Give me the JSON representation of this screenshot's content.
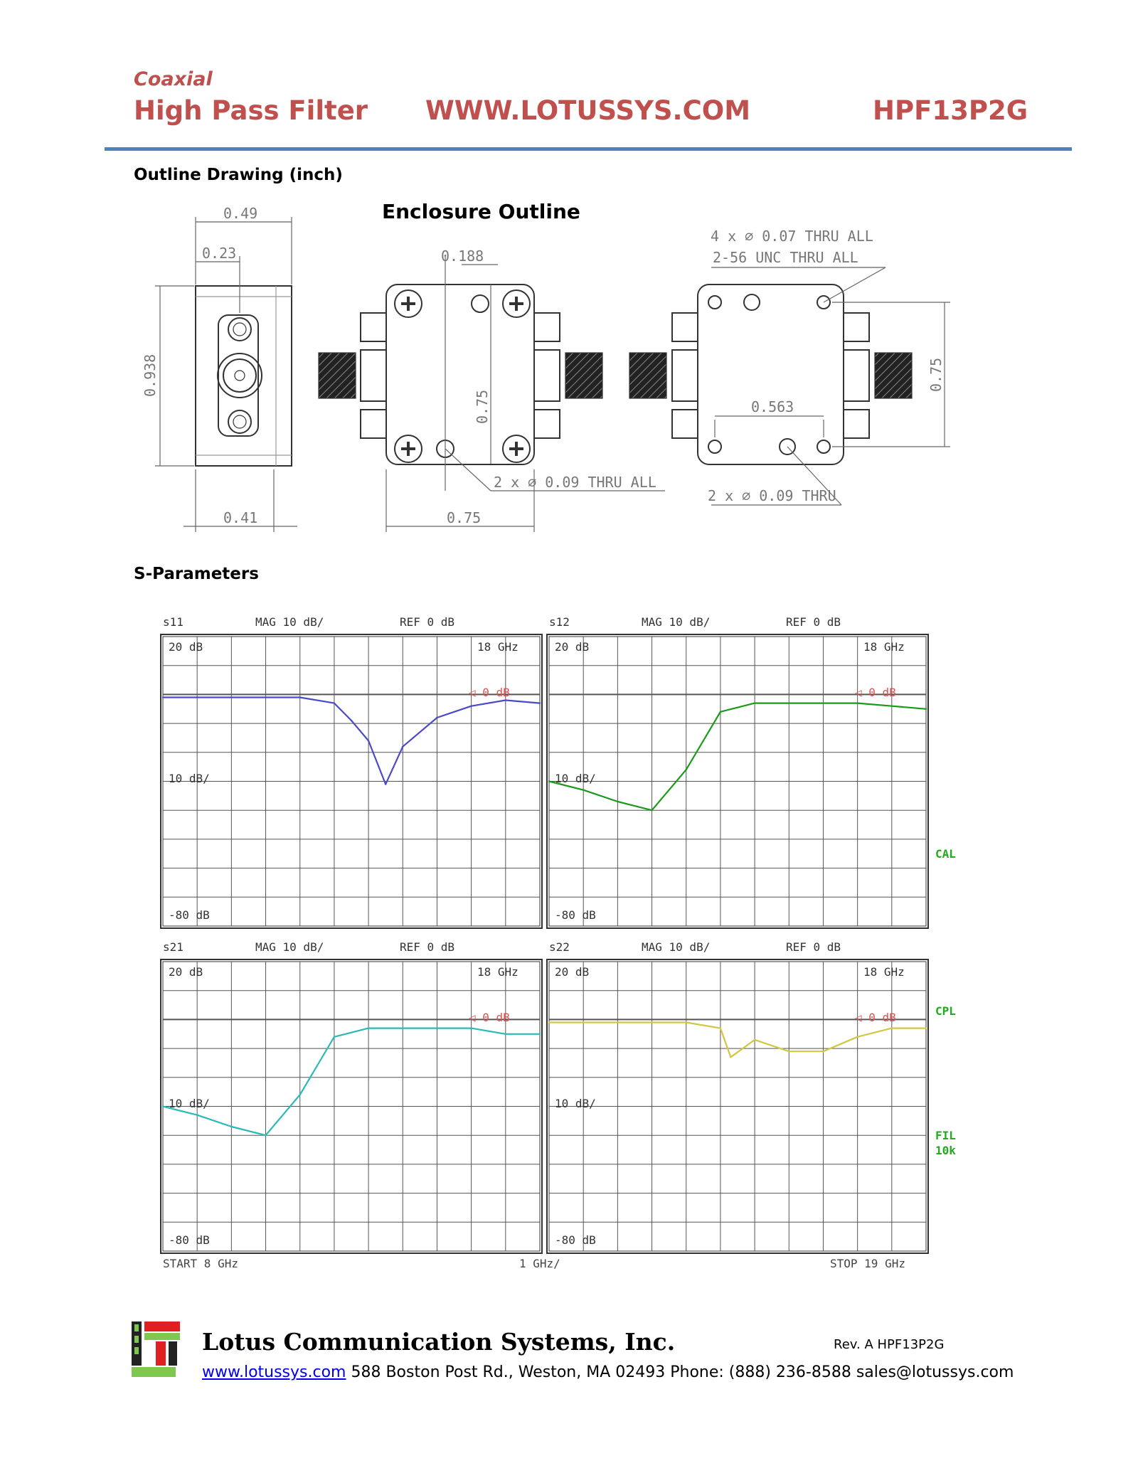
{
  "header": {
    "subtitle": "Coaxial",
    "title": "High Pass Filter",
    "website": "WWW.LOTUSSYS.COM",
    "part_number": "HPF13P2G"
  },
  "outline": {
    "section_title": "Outline Drawing (inch)",
    "enclosure_title": "Enclosure Outline",
    "side_view": {
      "dim_width_top": "0.49",
      "dim_connector_offset": "0.23",
      "dim_height": "0.938",
      "dim_width_bottom": "0.41"
    },
    "top_view": {
      "dim_hole_offset": "0.188",
      "dim_height": "0.75",
      "dim_width": "0.75",
      "hole_note": "2 x ∅ 0.09 THRU ALL"
    },
    "bottom_view": {
      "thread_note_1": "4 x ∅ 0.07 THRU ALL",
      "thread_note_2": "2-56 UNC  THRU ALL",
      "dim_hole_spacing": "0.563",
      "dim_height": "0.75",
      "hole_note": "2 x ∅ 0.09 THRU"
    }
  },
  "sparams": {
    "section_title": "S-Parameters",
    "sweep": {
      "start": "START  8 GHz",
      "step": "1 GHz/",
      "stop": "STOP 19 GHz"
    },
    "side_labels": {
      "cal": "CAL",
      "cpl": "CPL",
      "fil": "FIL",
      "fil2": "10k"
    },
    "colors": {
      "s11": "#4a4ac8",
      "s12": "#1a9a1a",
      "s21": "#2ab8b8",
      "s22": "#d0c840",
      "ref": "#e05050",
      "side": "#22aa22"
    },
    "plots": [
      {
        "name": "S11",
        "mag": "MAG 10 dB/",
        "ref": "REF 0 dB",
        "top_label": "20 dB",
        "freq_label": "18 GHz",
        "ref_marker": "0 dB",
        "mid_label": "10 dB/",
        "bottom_label": "-80 dB"
      },
      {
        "name": "S12",
        "mag": "MAG 10 dB/",
        "ref": "REF 0 dB",
        "top_label": "20 dB",
        "freq_label": "18 GHz",
        "ref_marker": "0 dB",
        "mid_label": "10 dB/",
        "bottom_label": "-80 dB"
      },
      {
        "name": "S21",
        "mag": "MAG 10 dB/",
        "ref": "REF 0 dB",
        "top_label": "20 dB",
        "freq_label": "18 GHz",
        "ref_marker": "0 dB",
        "mid_label": "10 dB/",
        "bottom_label": "-80 dB"
      },
      {
        "name": "S22",
        "mag": "MAG 10 dB/",
        "ref": "REF 0 dB",
        "top_label": "20 dB",
        "freq_label": "18 GHz",
        "ref_marker": "0 dB",
        "mid_label": "10 dB/",
        "bottom_label": "-80 dB"
      }
    ]
  },
  "chart_data": [
    {
      "type": "line",
      "title": "S11",
      "x_unit": "GHz",
      "y_unit": "dB",
      "xlim": [
        8,
        19
      ],
      "ylim": [
        -80,
        20
      ],
      "x": [
        8,
        9,
        10,
        11,
        12,
        13,
        13.5,
        14,
        14.5,
        15,
        16,
        17,
        18,
        19
      ],
      "series": [
        {
          "name": "S11",
          "values": [
            -1,
            -1,
            -1,
            -1,
            -1,
            -3,
            -9,
            -16,
            -31,
            -18,
            -8,
            -4,
            -2,
            -3
          ]
        }
      ]
    },
    {
      "type": "line",
      "title": "S12",
      "x_unit": "GHz",
      "y_unit": "dB",
      "xlim": [
        8,
        19
      ],
      "ylim": [
        -80,
        20
      ],
      "x": [
        8,
        9,
        10,
        11,
        12,
        12.5,
        13,
        14,
        15,
        16,
        17,
        18,
        19
      ],
      "series": [
        {
          "name": "S12",
          "values": [
            -30,
            -33,
            -37,
            -40,
            -26,
            -16,
            -6,
            -3,
            -3,
            -3,
            -3,
            -4,
            -5
          ]
        }
      ]
    },
    {
      "type": "line",
      "title": "S21",
      "x_unit": "GHz",
      "y_unit": "dB",
      "xlim": [
        8,
        19
      ],
      "ylim": [
        -80,
        20
      ],
      "x": [
        8,
        9,
        10,
        11,
        12,
        12.5,
        13,
        14,
        15,
        16,
        17,
        18,
        19
      ],
      "series": [
        {
          "name": "S21",
          "values": [
            -30,
            -33,
            -37,
            -40,
            -26,
            -16,
            -6,
            -3,
            -3,
            -3,
            -3,
            -5,
            -5
          ]
        }
      ]
    },
    {
      "type": "line",
      "title": "S22",
      "x_unit": "GHz",
      "y_unit": "dB",
      "xlim": [
        8,
        19
      ],
      "ylim": [
        -80,
        20
      ],
      "x": [
        8,
        9,
        10,
        11,
        12,
        13,
        13.3,
        14,
        15,
        16,
        17,
        18,
        19
      ],
      "series": [
        {
          "name": "S22",
          "values": [
            -1,
            -1,
            -1,
            -1,
            -1,
            -3,
            -13,
            -7,
            -11,
            -11,
            -6,
            -3,
            -3
          ]
        }
      ]
    }
  ],
  "footer": {
    "company": "Lotus Communication Systems, Inc.",
    "rev": "Rev. A   HPF13P2G",
    "link": "www.lotussys.com",
    "address": " 588 Boston Post Rd., Weston, MA 02493 Phone: (888) 236-8588 sales@lotussys.com"
  }
}
